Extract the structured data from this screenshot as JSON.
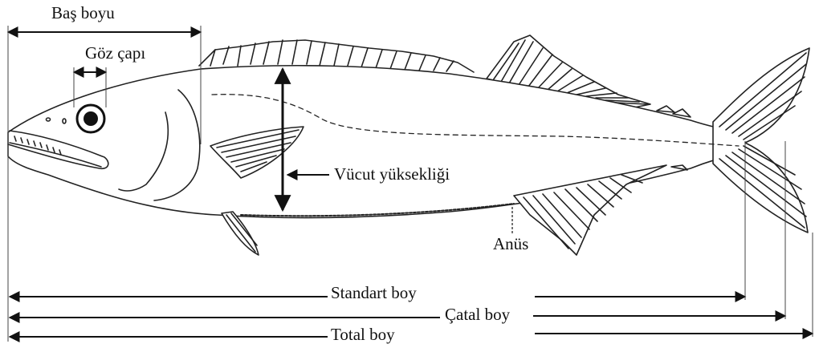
{
  "labels": {
    "head_length": "Baş boyu",
    "eye_diameter": "Göz çapı",
    "body_depth": "Vücut yüksekliği",
    "anus": "Anüs",
    "standard_length": "Standart boy",
    "fork_length": "Çatal boy",
    "total_length": "Total boy"
  }
}
